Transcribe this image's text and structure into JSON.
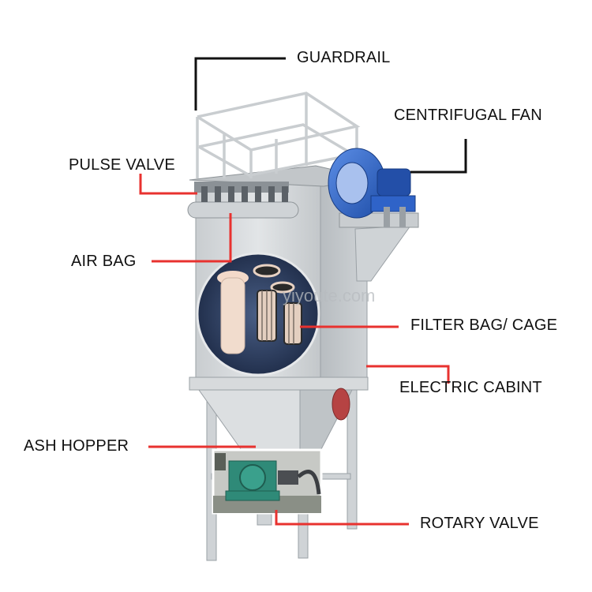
{
  "labels": {
    "guardrail": "GUARDRAIL",
    "centrifugal_fan": "CENTRIFUGAL FAN",
    "pulse_valve": "PULSE VALVE",
    "air_bag": "AIR BAG",
    "filter_bag_cage": "FILTER BAG/ CAGE",
    "electric_cabint": "ELECTRIC CABINT",
    "ash_hopper": "ASH HOPPER",
    "rotary_valve": "ROTARY  VALVE"
  },
  "watermark": "yiyoute.com",
  "colors": {
    "leader_red": "#e8322f",
    "leader_black": "#111111",
    "body_gray": "#d9dcde",
    "fan_blue": "#2f63c8",
    "valve_green": "#2f8a78"
  },
  "icons": [
    "dust-collector-illustration",
    "centrifugal-fan-icon",
    "filter-bag-inset-photo",
    "rotary-valve-inset-photo"
  ]
}
